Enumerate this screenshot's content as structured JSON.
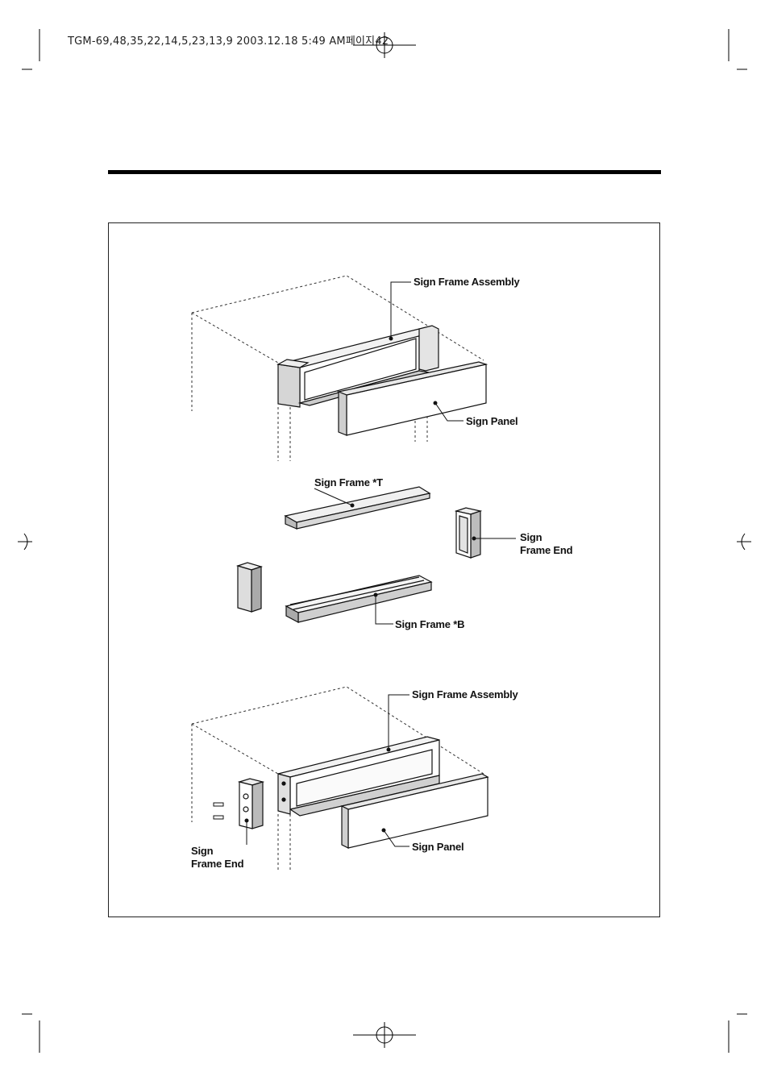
{
  "header": {
    "slug": "TGM-69,48,35,22,14,5,23,13,9  2003.12.18 5:49 AM페이지42"
  },
  "figure": {
    "top_assembly": {
      "sign_frame_assembly_label": "Sign Frame Assembly",
      "sign_panel_label": "Sign Panel"
    },
    "exploded_parts": {
      "sign_frame_t_label": "Sign Frame *T",
      "sign_frame_end_label_line1": "Sign",
      "sign_frame_end_label_line2": "Frame End",
      "sign_frame_b_label": "Sign Frame *B"
    },
    "bottom_assembly": {
      "sign_frame_assembly_label": "Sign Frame Assembly",
      "sign_frame_end_label_line1": "Sign",
      "sign_frame_end_label_line2": "Frame End",
      "sign_panel_label": "Sign Panel"
    }
  }
}
